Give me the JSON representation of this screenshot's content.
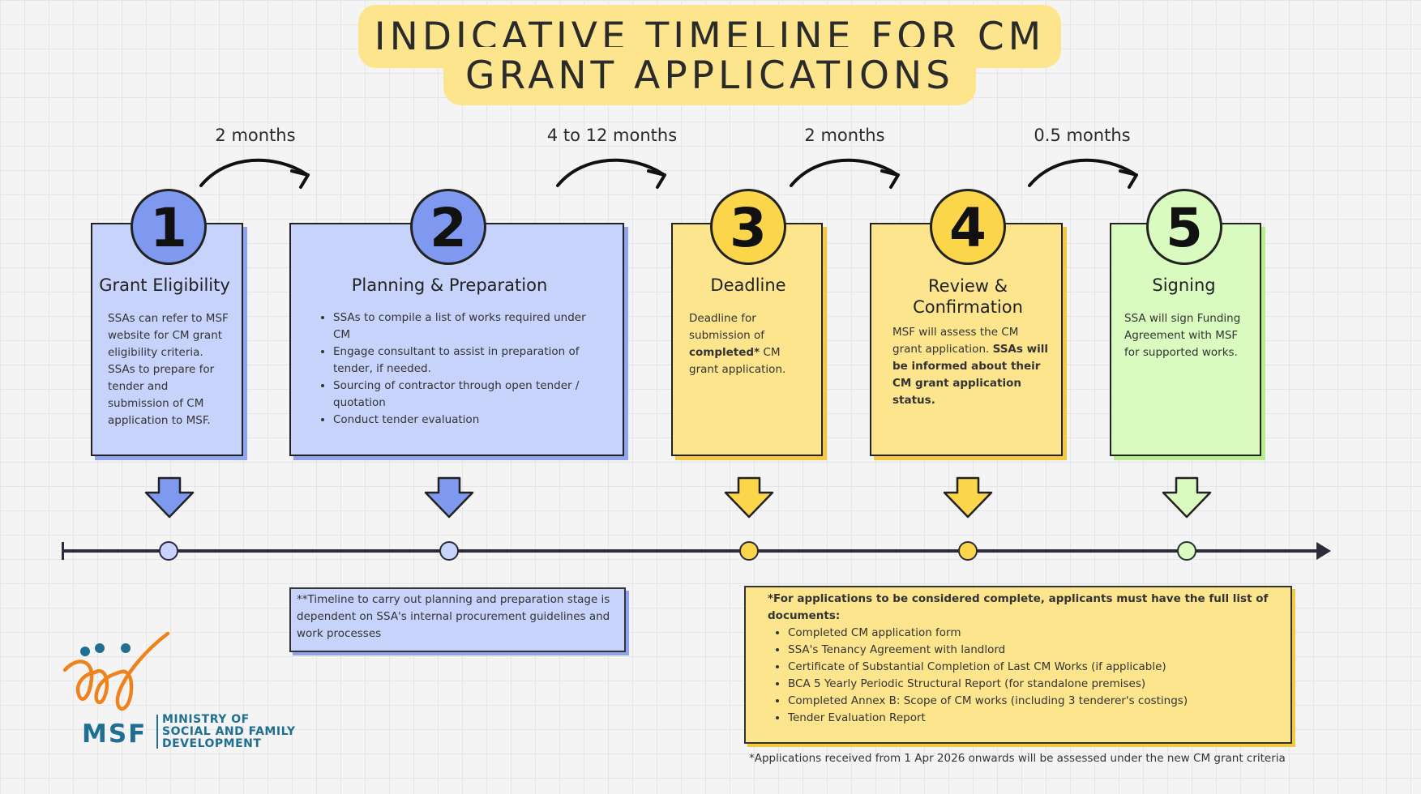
{
  "title": {
    "line1": "INDICATIVE TIMELINE FOR CM",
    "line2": "GRANT APPLICATIONS"
  },
  "durations": [
    "2 months",
    "4 to 12 months",
    "2 months",
    "0.5 months"
  ],
  "stages": [
    {
      "number": "1",
      "title": "Grant Eligibility",
      "body": "SSAs can refer to MSF website for CM grant eligibility criteria. SSAs to prepare for tender and submission of CM application to MSF."
    },
    {
      "number": "2",
      "title": "Planning & Preparation",
      "bullets": [
        "SSAs to compile a list of works required under CM",
        "Engage consultant to assist in preparation of tender, if needed.",
        "Sourcing of contractor through open tender / quotation",
        "Conduct tender evaluation"
      ]
    },
    {
      "number": "3",
      "title": "Deadline",
      "body_pre": "Deadline for submission of ",
      "body_bold": "completed*",
      "body_post": " CM grant application."
    },
    {
      "number": "4",
      "title_line1": "Review &",
      "title_line2": "Confirmation",
      "body_pre": "MSF will assess the CM grant application. ",
      "body_bold": "SSAs will be informed about their CM grant application status."
    },
    {
      "number": "5",
      "title": "Signing",
      "body": "SSA will sign Funding Agreement with MSF for supported works."
    }
  ],
  "planning_note": "**Timeline to carry out planning and preparation stage is dependent on SSA's internal procurement guidelines and work processes",
  "complete_note": {
    "heading": "*For applications to be considered complete, applicants must have the full list of documents:",
    "items": [
      "Completed CM application form",
      "SSA's Tenancy Agreement with landlord",
      "Certificate of Substantial Completion of Last CM Works (if applicable)",
      "BCA 5 Yearly Periodic Structural Report (for standalone premises)",
      "Completed Annex B: Scope of CM works (including 3 tenderer's costings)",
      "Tender Evaluation Report"
    ]
  },
  "footnote": "*Applications received from 1 Apr 2026 onwards will be assessed under the new CM grant criteria",
  "logo": {
    "abbr": "MSF",
    "line1": "MINISTRY OF",
    "line2": "SOCIAL AND FAMILY",
    "line3": "DEVELOPMENT"
  },
  "colors": {
    "blue_fill": "#c8d3fb",
    "blue_accent": "#7e99ef",
    "yellow_fill": "#fde58d",
    "yellow_accent": "#fbd54a",
    "green_fill": "#d9fbbf",
    "logo_orange": "#f0821e",
    "logo_teal": "#1f6f93"
  }
}
